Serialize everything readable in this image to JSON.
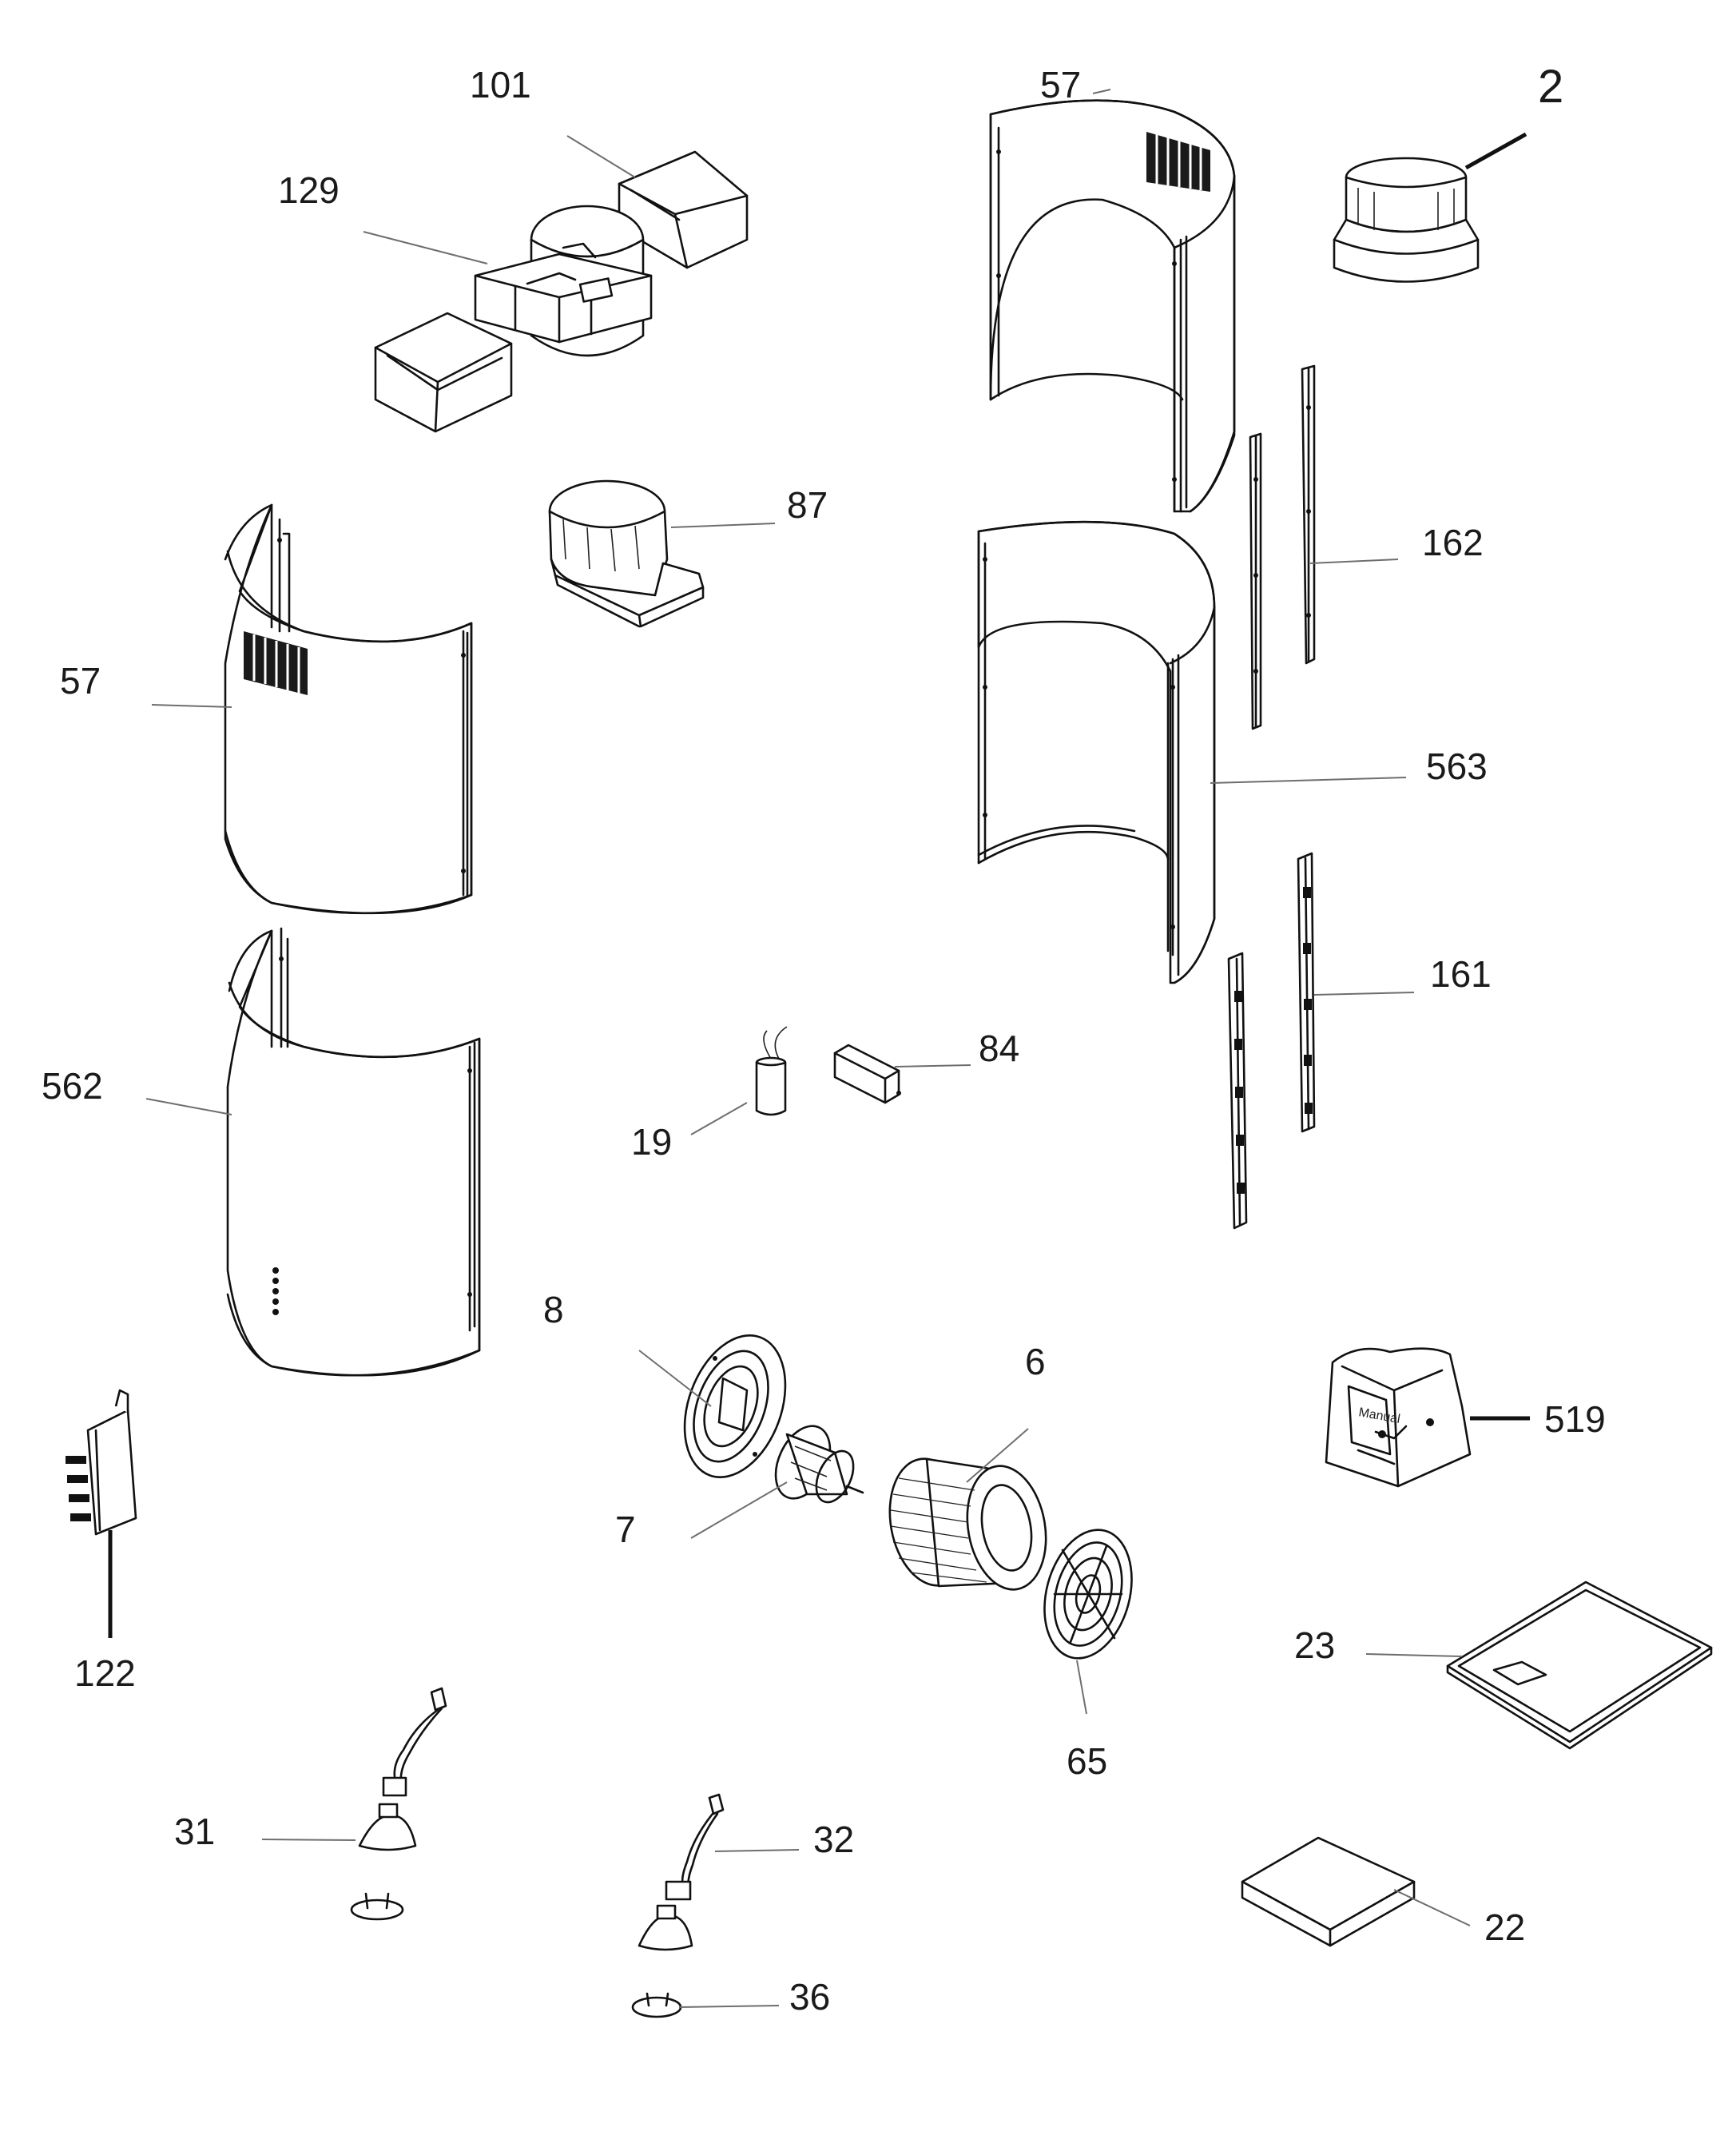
{
  "part_labels": {
    "p2": "2",
    "p6": "6",
    "p7": "7",
    "p8": "8",
    "p19": "19",
    "p22": "22",
    "p23": "23",
    "p31": "31",
    "p32": "32",
    "p36": "36",
    "p57a": "57",
    "p57b": "57",
    "p65": "65",
    "p84": "84",
    "p87": "87",
    "p101": "101",
    "p122": "122",
    "p129": "129",
    "p161": "161",
    "p162": "162",
    "p519": "519",
    "p562": "562",
    "p563": "563"
  },
  "manual_text": "Manual",
  "colors": {
    "line": "#111111",
    "leader": "#6e6e6e",
    "background": "#ffffff",
    "vent": "#1a1a1a"
  }
}
